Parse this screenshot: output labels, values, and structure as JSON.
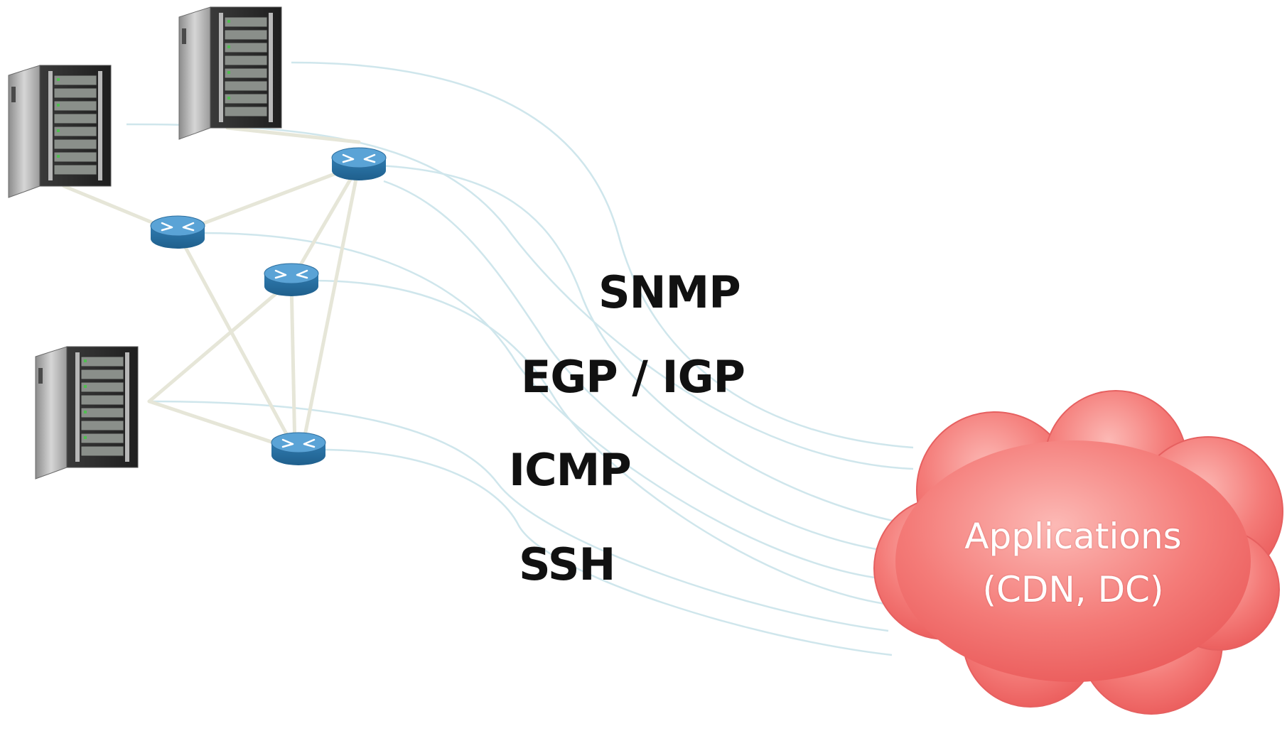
{
  "diagram": {
    "protocols": [
      "SNMP",
      "EGP / IGP",
      "ICMP",
      "SSH"
    ],
    "cloud": {
      "line1": "Applications",
      "line2": "(CDN, DC)"
    },
    "colors": {
      "cloud_fill": "#f36d6d",
      "cloud_highlight": "#fbb8b8",
      "router_fill": "#3b82b5",
      "link": "#e8e8dc",
      "connector": "#cfe6ec"
    },
    "icons": {
      "server": "server-rack-icon",
      "router": "router-icon",
      "cloud": "cloud-icon"
    }
  }
}
